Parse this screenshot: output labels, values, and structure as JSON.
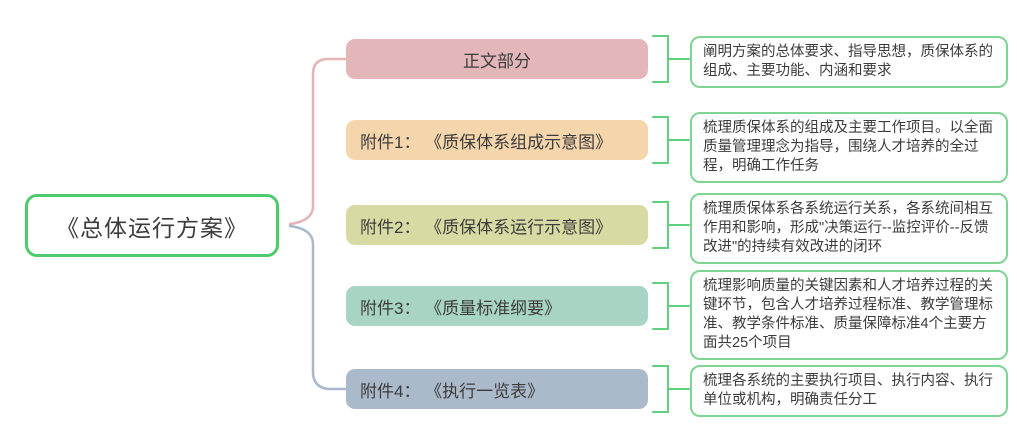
{
  "root": {
    "label": "《总体运行方案》"
  },
  "branches": [
    {
      "label": "正文部分",
      "color": "#e3b6b9",
      "description": "阐明方案的总体要求、指导思想，质保体系的组成、主要功能、内涵和要求"
    },
    {
      "label": "附件1： 《质保体系组成示意图》",
      "color": "#f4d5ac",
      "description": "梳理质保体系的组成及主要工作项目。以全面质量管理理念为指导，围绕人才培养的全过程，明确工作任务"
    },
    {
      "label": "附件2： 《质保体系运行示意图》",
      "color": "#d8daa3",
      "description": "梳理质保体系各系统运行关系，各系统间相互作用和影响，形成\"决策运行--监控评价--反馈改进\"的持续有效改进的闭环"
    },
    {
      "label": "附件3： 《质量标准纲要》",
      "color": "#a7d4c3",
      "description": "梳理影响质量的关键因素和人才培养过程的关键环节，包含人才培养过程标准、教学管理标准、教学条件标准、质量保障标准4个主要方面共25个项目"
    },
    {
      "label": "附件4： 《执行一览表》",
      "color": "#abbacb",
      "description": "梳理各系统的主要执行项目、执行内容、执行单位或机构，明确责任分工"
    }
  ],
  "colors": {
    "background": "#ffffff",
    "text": "#3c3c3c",
    "root_border": "#4ecb6e",
    "bracket": "#5ed080",
    "desc_border": "#7ed492",
    "connector_top": "#e2b4b7",
    "connector_bottom": "#a9b8cc"
  }
}
